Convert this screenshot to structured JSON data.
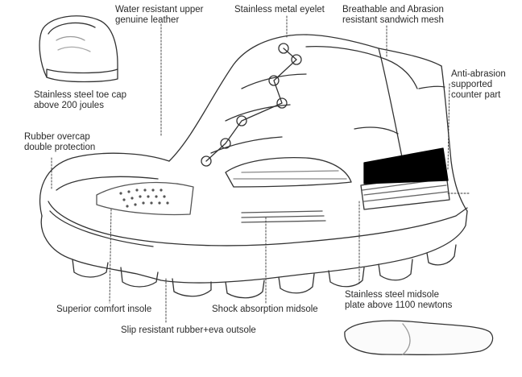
{
  "labels": {
    "upper": "Water resistant upper\ngenuine leather",
    "eyelet": "Stainless metal eyelet",
    "mesh": "Breathable and Abrasion\nresistant sandwich mesh",
    "counter": "Anti-abrasion\nsupported\ncounter part",
    "toecap": "Stainless steel toe cap\nabove 200 joules",
    "overcap": "Rubber overcap\ndouble protection",
    "insole": "Superior comfort insole",
    "midsole": "Shock absorption midsole",
    "steel_midsole": "Stainless steel midsole\nplate above 1100 newtons",
    "outsole": "Slip resistant rubber+eva outsole"
  }
}
